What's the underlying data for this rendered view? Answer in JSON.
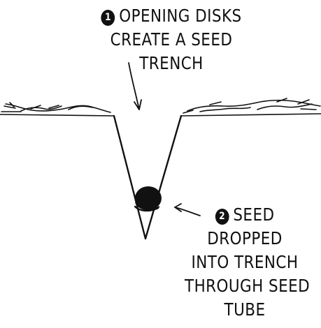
{
  "callouts": [
    {
      "number": "1",
      "lines": [
        "OPENING DISKS",
        "CREATE A SEED",
        "TRENCH"
      ]
    },
    {
      "number": "2",
      "lines": [
        "SEED",
        "DROPPED",
        "INTO TRENCH",
        "THROUGH SEED",
        "TUBE"
      ]
    }
  ],
  "colors": {
    "ink": "#111111",
    "background": "#ffffff"
  }
}
